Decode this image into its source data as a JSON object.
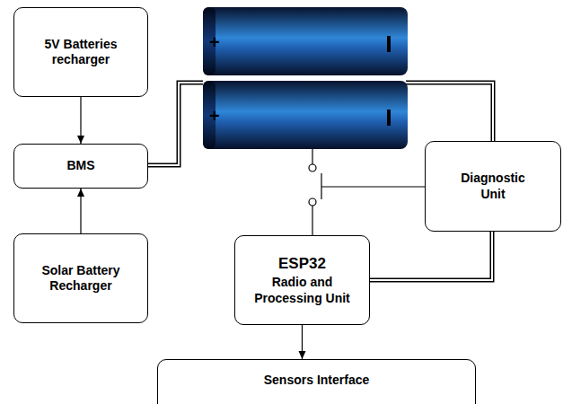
{
  "diagram": {
    "nodes": [
      {
        "text": [
          "5V Batteries recharger"
        ]
      },
      {
        "text": [
          "BMS"
        ]
      },
      {
        "text": [
          "Diagnostic Unit"
        ]
      },
      {
        "text": [
          "Solar Battery Recharger"
        ]
      },
      {
        "text": [
          "ESP32",
          "Radio and Processing Unit"
        ]
      },
      {
        "text": [
          "Sensors Interface"
        ]
      }
    ],
    "edges": [
      {
        "from": 0,
        "to": 1,
        "arrow": "to"
      },
      {
        "from": 3,
        "to": 1,
        "arrow": "to"
      },
      {
        "from": 2,
        "to": 4,
        "arrow": "none"
      },
      {
        "from": 4,
        "to": 5,
        "arrow": "to"
      }
    ],
    "labels": [
      "+",
      "+"
    ]
  }
}
